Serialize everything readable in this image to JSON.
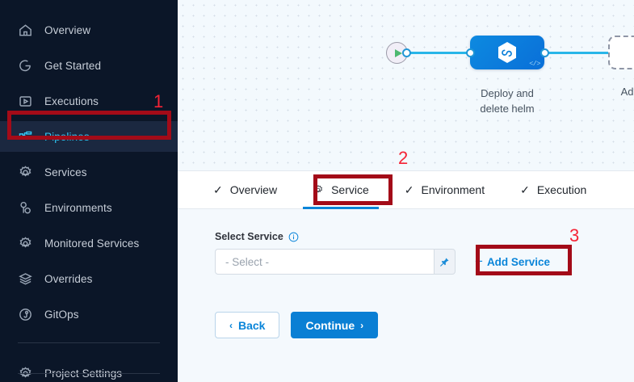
{
  "sidebar": {
    "items": [
      {
        "label": "Overview",
        "icon": "home-icon",
        "active": false
      },
      {
        "label": "Get Started",
        "icon": "rocket-start-icon",
        "active": false
      },
      {
        "label": "Executions",
        "icon": "play-box-icon",
        "active": false
      },
      {
        "label": "Pipelines",
        "icon": "pipeline-icon",
        "active": true
      },
      {
        "label": "Services",
        "icon": "gear-icon",
        "active": false
      },
      {
        "label": "Environments",
        "icon": "environments-icon",
        "active": false
      },
      {
        "label": "Monitored Services",
        "icon": "monitored-icon",
        "active": false
      },
      {
        "label": "Overrides",
        "icon": "layers-icon",
        "active": false
      },
      {
        "label": "GitOps",
        "icon": "gitops-icon",
        "active": false
      }
    ],
    "settings": {
      "label": "Project Settings",
      "icon": "gear-icon"
    },
    "background": "#0b1628",
    "active_color": "#33c8f5",
    "active_background": "#1b2840"
  },
  "canvas": {
    "start_node": {
      "name": "pipeline-start",
      "icon": "play-icon"
    },
    "end_node": {
      "name": "pipeline-end",
      "icon": "stop-icon"
    },
    "stage": {
      "label_line1": "Deploy and",
      "label_line2": "delete helm",
      "icon": "harness-hexagon-icon",
      "badge": "</>",
      "color": "#0a7fd8"
    },
    "add_stage": {
      "label": "Add Stage",
      "icon": "plus-icon"
    },
    "edge_color": "#29b6e8"
  },
  "tabs": [
    {
      "label": "Overview",
      "icon": "check-icon",
      "active": false
    },
    {
      "label": "Service",
      "icon": "gear-icon",
      "active": true
    },
    {
      "label": "Environment",
      "icon": "check-icon",
      "active": false
    },
    {
      "label": "Execution",
      "icon": "check-icon",
      "active": false
    }
  ],
  "form": {
    "select_service_label": "Select Service",
    "info_icon": "info-icon",
    "select_placeholder": "- Select -",
    "pin_icon": "pin-icon",
    "add_service_label": "Add Service",
    "add_service_plus": "+",
    "back_label": "Back",
    "continue_label": "Continue",
    "back_chevron": "‹",
    "continue_chevron": "›"
  },
  "annotations": {
    "box_color": "#a30b18",
    "number_color": "#f52335",
    "items": [
      {
        "number": "1",
        "target": "sidebar-item-pipelines"
      },
      {
        "number": "2",
        "target": "tab-service"
      },
      {
        "number": "3",
        "target": "add-service-button"
      }
    ]
  }
}
